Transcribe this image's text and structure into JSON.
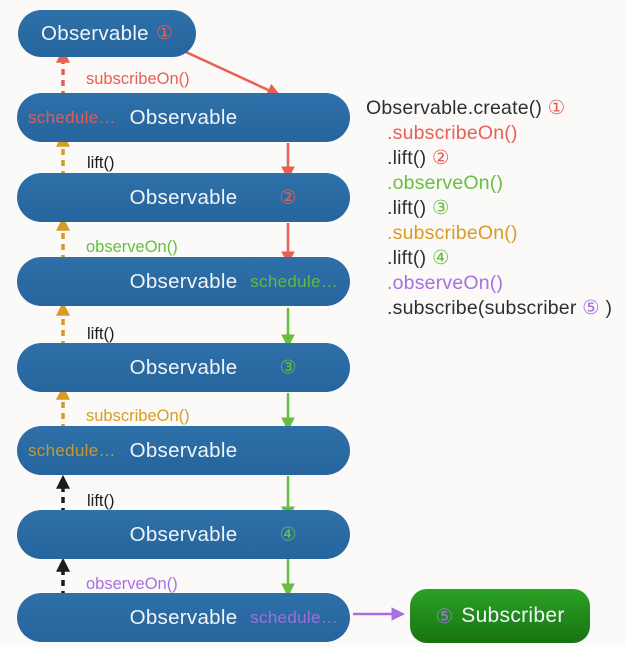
{
  "colors": {
    "red": "#e85f56",
    "orange": "#d89b25",
    "green": "#67bf41",
    "purple": "#ab6ee1",
    "black": "#1c1c1c",
    "dark": "#2f2f2f",
    "white": "#f2f5f8",
    "box_blue": "#2a6aa1",
    "subscriber_green_top": "#2ba125",
    "subscriber_green_bottom": "#187313",
    "background": "#fbfaf8"
  },
  "boxes": [
    {
      "label": "Observable",
      "number": "①",
      "number_color": "red"
    },
    {
      "label": "Observable",
      "left_label": "schedule…",
      "left_color": "red"
    },
    {
      "label": "Observable",
      "number": "②",
      "number_color": "red"
    },
    {
      "label": "Observable",
      "right_label": "schedule…",
      "right_color": "green"
    },
    {
      "label": "Observable",
      "number": "③",
      "number_color": "green"
    },
    {
      "label": "Observable",
      "left_label": "schedule…",
      "left_color": "orange"
    },
    {
      "label": "Observable",
      "number": "④",
      "number_color": "green"
    },
    {
      "label": "Observable",
      "right_label": "schedule…",
      "right_color": "purple"
    }
  ],
  "gap_labels": [
    {
      "text": "subscribeOn()",
      "color": "red"
    },
    {
      "text": "lift()",
      "color": "black"
    },
    {
      "text": "observeOn()",
      "color": "green"
    },
    {
      "text": "lift()",
      "color": "black"
    },
    {
      "text": "subscribeOn()",
      "color": "orange"
    },
    {
      "text": "lift()",
      "color": "black"
    },
    {
      "text": "observeOn()",
      "color": "purple"
    }
  ],
  "code": {
    "lines": [
      {
        "segments": [
          {
            "text": "Observable.create() ",
            "color": "dark"
          },
          {
            "text": "①",
            "color": "red"
          }
        ]
      },
      {
        "segments": [
          {
            "text": ".subscribeOn()",
            "color": "red"
          }
        ]
      },
      {
        "segments": [
          {
            "text": ".lift() ",
            "color": "dark"
          },
          {
            "text": "②",
            "color": "red"
          }
        ]
      },
      {
        "segments": [
          {
            "text": ".observeOn()",
            "color": "green"
          }
        ]
      },
      {
        "segments": [
          {
            "text": ".lift() ",
            "color": "dark"
          },
          {
            "text": "③",
            "color": "green"
          }
        ]
      },
      {
        "segments": [
          {
            "text": ".subscribeOn()",
            "color": "orange"
          }
        ]
      },
      {
        "segments": [
          {
            "text": ".lift() ",
            "color": "dark"
          },
          {
            "text": "④",
            "color": "green"
          }
        ]
      },
      {
        "segments": [
          {
            "text": ".observeOn()",
            "color": "purple"
          }
        ]
      },
      {
        "segments": [
          {
            "text": ".subscribe(subscriber ",
            "color": "dark"
          },
          {
            "text": "⑤",
            "color": "purple"
          },
          {
            "text": " )",
            "color": "dark"
          }
        ]
      }
    ]
  },
  "subscriber": {
    "number": "⑤",
    "number_color": "purple",
    "label": "Subscriber"
  }
}
